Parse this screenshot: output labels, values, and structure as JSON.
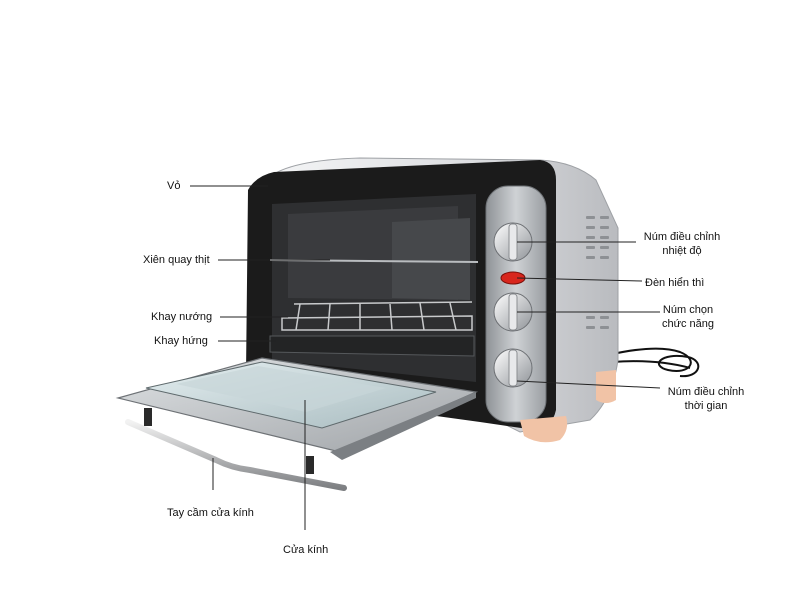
{
  "labels": {
    "vo": "Vỏ",
    "xien_quay_thit": "Xiên quay thịt",
    "khay_nuong": "Khay nướng",
    "khay_hung": "Khay hứng",
    "tay_cam_cua_kinh": "Tay cầm cửa kính",
    "cua_kinh": "Cửa kính",
    "num_nhiet_do_1": "Núm điều chỉnh",
    "num_nhiet_do_2": "nhiệt độ",
    "den_hien_thi": "Đèn hiển thì",
    "num_chuc_nang_1": "Núm chọn",
    "num_chuc_nang_2": "chức năng",
    "num_thoi_gian_1": "Núm điều chỉnh",
    "num_thoi_gian_2": "thời gian"
  },
  "colors": {
    "body_silver": "#d9dadc",
    "frame_black": "#1a1a1a",
    "leader_line": "#222222",
    "indicator_red": "#d8261d",
    "feet_peach": "#f1c3a6"
  }
}
